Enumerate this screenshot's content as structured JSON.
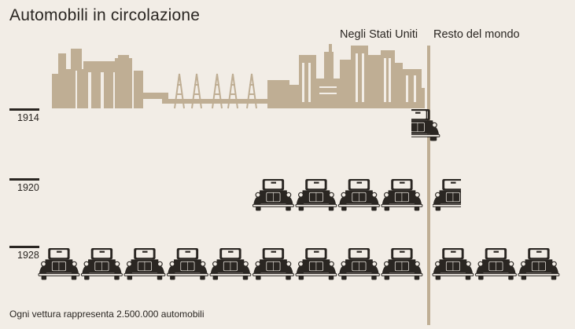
{
  "chart_data": {
    "type": "bar",
    "title": "Automobili in circolazione",
    "column_headers": [
      "Negli Stati Uniti",
      "Resto del mondo"
    ],
    "unit_note": "Ogni vettura rappresenta 2.500.000 automobili",
    "units_per_icon": 2500000,
    "categories": [
      "1914",
      "1920",
      "1928"
    ],
    "series": [
      {
        "name": "Negli Stati Uniti",
        "values": [
          0.75,
          4,
          9
        ]
      },
      {
        "name": "Resto del mondo",
        "values": [
          0.25,
          0.5,
          3
        ]
      }
    ]
  },
  "colors": {
    "background": "#f2ede6",
    "ink": "#2a2622",
    "skyline": "#bfae94",
    "divider": "#bfae94"
  }
}
